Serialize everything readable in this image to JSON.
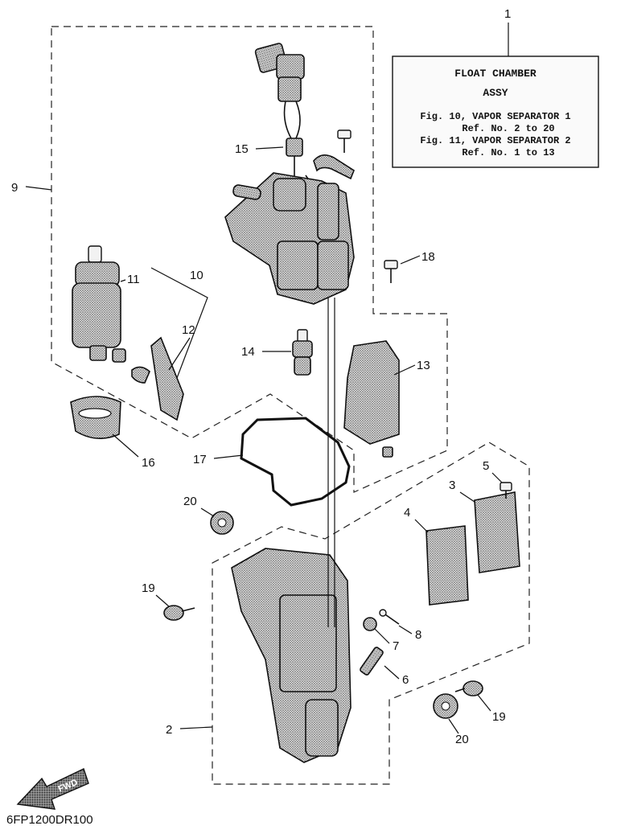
{
  "info_box": {
    "ref_number": "1",
    "title_line1": "FLOAT CHAMBER",
    "title_line2": "ASSY",
    "fig10": "Fig. 10, VAPOR SEPARATOR 1",
    "fig10_ref": "Ref. No. 2 to 20",
    "fig11": "Fig. 11, VAPOR SEPARATOR 2",
    "fig11_ref": "Ref. No. 1 to 13"
  },
  "callouts": {
    "c2": "2",
    "c3": "3",
    "c4": "4",
    "c5": "5",
    "c6": "6",
    "c7": "7",
    "c8": "8",
    "c9": "9",
    "c10": "10",
    "c11": "11",
    "c12": "12",
    "c13": "13",
    "c14": "14",
    "c15": "15",
    "c16": "16",
    "c17": "17",
    "c18": "18",
    "c19a": "19",
    "c19b": "19",
    "c20a": "20",
    "c20b": "20"
  },
  "fwd_label": "FWD",
  "drawing_code": "6FP1200DR100"
}
